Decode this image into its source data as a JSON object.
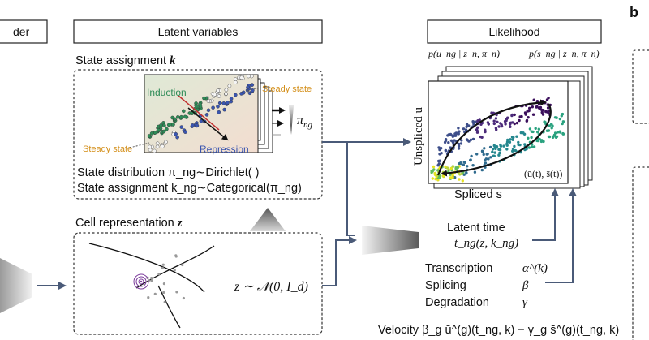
{
  "headers": {
    "left_partial": "der",
    "latent": "Latent variables",
    "likelihood": "Likelihood",
    "panel_b": "b"
  },
  "state_assignment": {
    "title": "State assignment",
    "symbol": "k",
    "induction": "Induction",
    "repression": "Repression",
    "steady_top": "Steady state",
    "steady_bottom": "Steady state",
    "pi_symbol": "π",
    "pi_sub": "ng",
    "distribution": "State distribution π_ng∼Dirichlet( )",
    "assignment": "State assignment k_ng∼Categorical(π_ng)"
  },
  "cell_representation": {
    "title": "Cell representation",
    "symbol": "z",
    "formula": "z ∼ 𝒩(0, I_d)"
  },
  "likelihood": {
    "pu_label": "p(u_ng | z_n, π_n)",
    "ps_label": "p(s_ng | z_n, π_n)",
    "y_axis": "Unspliced u",
    "x_axis": "Spliced s",
    "trajectory": "(ū(t), s̄(t))"
  },
  "latent_time": {
    "title": "Latent time",
    "formula": "t_ng(z, k_ng)"
  },
  "rates": [
    {
      "name": "Transcription",
      "symbol": "α^(k)"
    },
    {
      "name": "Splicing",
      "symbol": "β"
    },
    {
      "name": "Degradation",
      "symbol": "γ"
    }
  ],
  "velocity": "Velocity β_g ū^(g)(t_ng, k) − γ_g s̄^(g)(t_ng, k)",
  "colors": {
    "induction": "#2e8b57",
    "repression": "#3a55b0",
    "steady": "#d4901c",
    "connector": "#4a5a78"
  }
}
